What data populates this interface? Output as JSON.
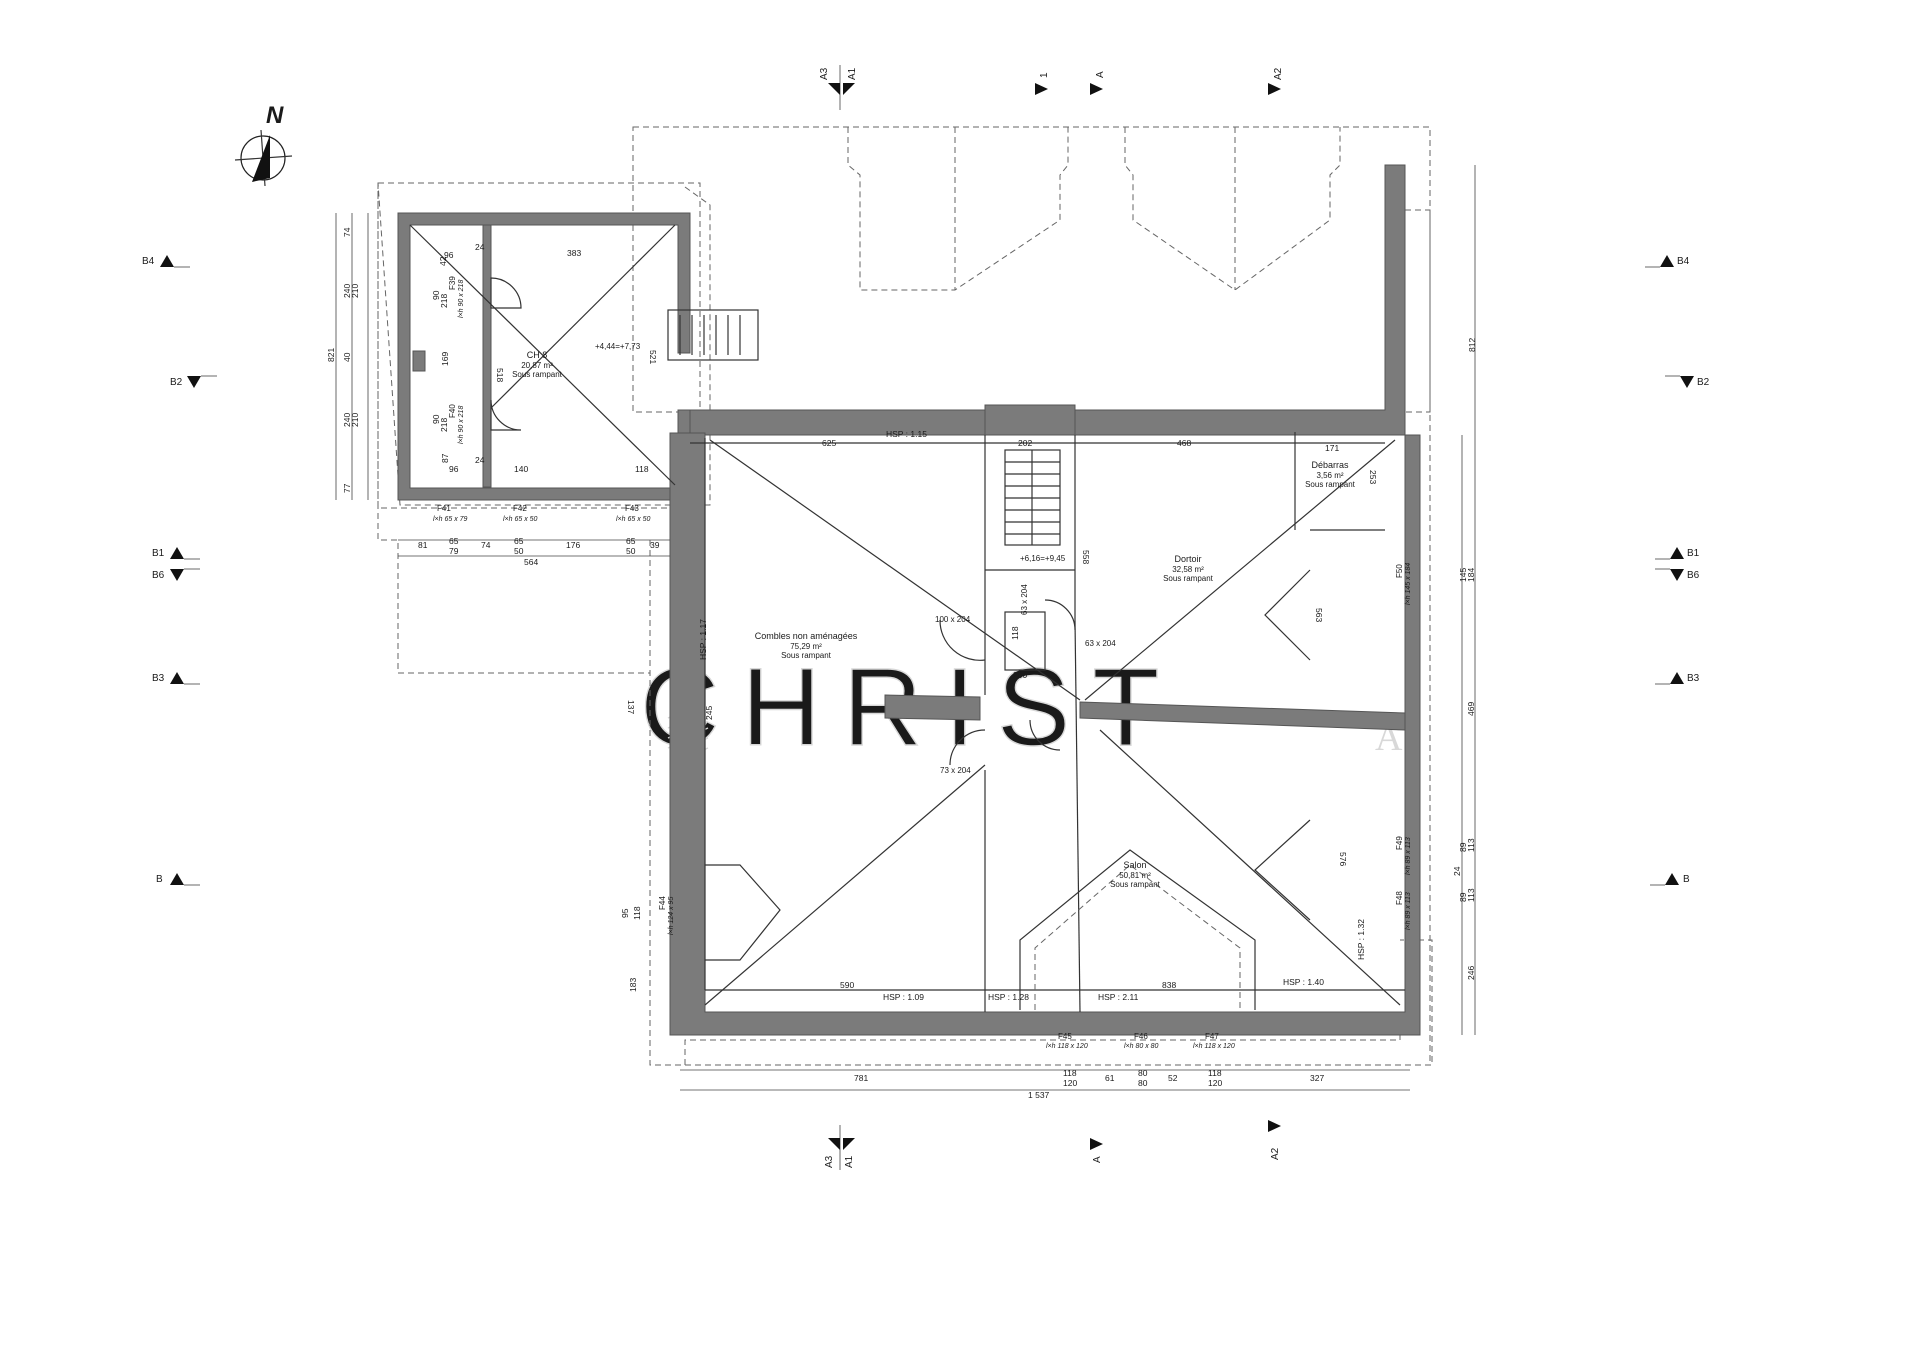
{
  "north": "N",
  "watermark": {
    "main": "CHRIST",
    "sub": "A"
  },
  "rooms": {
    "ch8": {
      "name": "CH 8",
      "area": "20,87 m²",
      "note": "Sous rampant",
      "level": "+4,44=+7,73"
    },
    "combles": {
      "name": "Combles non aménagées",
      "area": "75,29 m²",
      "note": "Sous rampant"
    },
    "dortoir": {
      "name": "Dortoir",
      "area": "32,58 m²",
      "note": "Sous rampant"
    },
    "debarras": {
      "name": "Débarras",
      "area": "3,56 m²",
      "note": "Sous rampant"
    },
    "salon": {
      "name": "Salon",
      "area": "50,81 m²",
      "note": "Sous rampant"
    },
    "stair_level": "+6,16=+9,45"
  },
  "hsp": {
    "top": "HSP : 1.15",
    "left": "HSP : 1.17",
    "bottom_left": "HSP : 1.09",
    "bottom_mid": "HSP : 1.28",
    "bottom_center": "HSP : 2.11",
    "bottom_right": "HSP : 1.40",
    "right": "HSP : 1.32"
  },
  "windows": {
    "F41": {
      "label": "F41",
      "size": "l×h 65 x 79"
    },
    "F42": {
      "label": "F42",
      "size": "l×h 65 x 50"
    },
    "F43": {
      "label": "F43",
      "size": "l×h 65 x 50"
    },
    "F39": {
      "label": "F39",
      "size": "l×h 90 x 218"
    },
    "F40": {
      "label": "F40",
      "size": "l×h 90 x 218"
    },
    "F44": {
      "label": "F44",
      "size": "l×h 124 x 95"
    },
    "F45": {
      "label": "F45",
      "size": "l×h 118 x 120"
    },
    "F46": {
      "label": "F46",
      "size": "l×h 80 x 80"
    },
    "F47": {
      "label": "F47",
      "size": "l×h 118 x 120"
    },
    "F48": {
      "label": "F48",
      "size": "l×h 89 x 113"
    },
    "F49": {
      "label": "F49",
      "size": "l×h 89 x 113"
    },
    "F50": {
      "label": "F50",
      "size": "l×h 145 x 184"
    }
  },
  "doors": {
    "d1": "100 x 204",
    "d2": "63 x 204",
    "d3": "63 x 204",
    "d4": "73 x 204"
  },
  "dims": {
    "ch8_top": "383",
    "ch8_96a": "96",
    "ch8_24a": "24",
    "ch8_24b": "24",
    "ch8_96b": "96",
    "ch8_140": "140",
    "ch8_118": "118",
    "ch8_518": "518",
    "ch8_521": "521",
    "ch8_218a": "218",
    "ch8_90a": "90",
    "ch8_169": "169",
    "ch8_218b": "218",
    "ch8_90b": "90",
    "ch8_87": "87",
    "ch8_42": "42",
    "left_74": "74",
    "left_210a": "210",
    "left_240a": "240",
    "left_821": "821",
    "left_40": "40",
    "left_210b": "210",
    "left_240b": "240",
    "left_77": "77",
    "b_81": "81",
    "b_65a": "65",
    "b_74": "74",
    "b_65b": "65",
    "b_176": "176",
    "b_65c": "65",
    "b_39": "39",
    "b_79": "79",
    "b_50a": "50",
    "b_50b": "50",
    "b_564": "564",
    "main_625": "625",
    "main_202": "202",
    "main_468": "468",
    "main_171": "171",
    "main_253": "253",
    "main_558": "558",
    "main_245": "245",
    "main_118": "118",
    "main_200": "200",
    "main_563": "563",
    "main_576": "576",
    "main_590": "590",
    "main_838": "838",
    "main_137": "137",
    "main_95": "95",
    "main_183": "183",
    "main_118v": "118",
    "bot_781": "781",
    "bot_118a": "118",
    "bot_120a": "120",
    "bot_61": "61",
    "bot_80a": "80",
    "bot_80b": "80",
    "bot_52": "52",
    "bot_118b": "118",
    "bot_120b": "120",
    "bot_327": "327",
    "bot_1537": "1 537",
    "r_812": "812",
    "r_145": "145",
    "r_184": "184",
    "r_469": "469",
    "r_89a": "89",
    "r_113a": "113",
    "r_24": "24",
    "r_89b": "89",
    "r_113b": "113",
    "r_246": "246"
  },
  "sections": {
    "A3_top": "A3",
    "A1_top": "A1",
    "s1_top": "1",
    "A_top": "A",
    "A2_top": "A2",
    "A3_bot": "A3",
    "A1_bot": "A1",
    "A_bot": "A",
    "A2_bot": "A2",
    "B4_l": "B4",
    "B2_l": "B2",
    "B1_l": "B1",
    "B6_l": "B6",
    "B3_l": "B3",
    "B_l": "B",
    "B4_r": "B4",
    "B2_r": "B2",
    "B1_r": "B1",
    "B6_r": "B6",
    "B3_r": "B3",
    "B_r": "B"
  }
}
